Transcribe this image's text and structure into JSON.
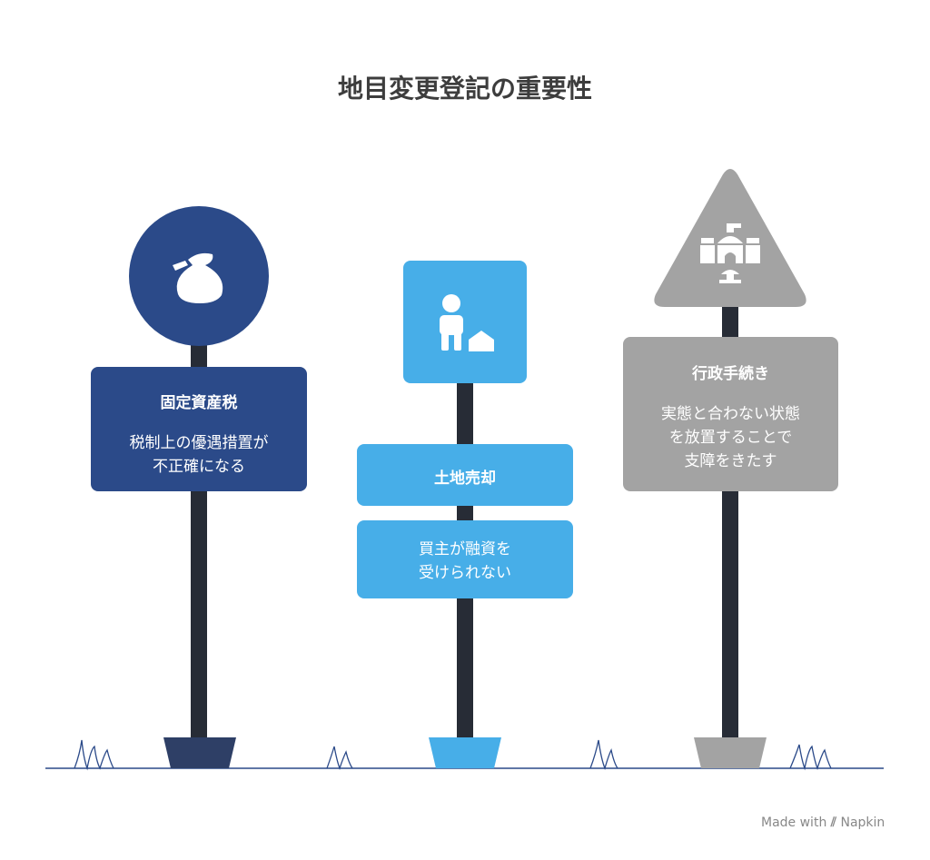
{
  "title": "地目変更登記の重要性",
  "colors": {
    "dark_blue": "#2b4a89",
    "light_blue": "#47aee8",
    "gray": "#a3a3a3",
    "pole": "#272c36"
  },
  "signs": [
    {
      "icon": "money-bag-icon",
      "heading": "固定資産税",
      "desc": [
        "税制上の優遇措置が",
        "不正確になる"
      ]
    },
    {
      "icon": "person-house-icon",
      "heading": "土地売却",
      "desc": [
        "買主が融資を",
        "受けられない"
      ]
    },
    {
      "icon": "government-building-icon",
      "heading": "行政手続き",
      "desc": [
        "実態と合わない状態",
        "を放置することで",
        "支障をきたす"
      ]
    }
  ],
  "footer": {
    "made_with": "Made with",
    "brand": "Napkin"
  }
}
